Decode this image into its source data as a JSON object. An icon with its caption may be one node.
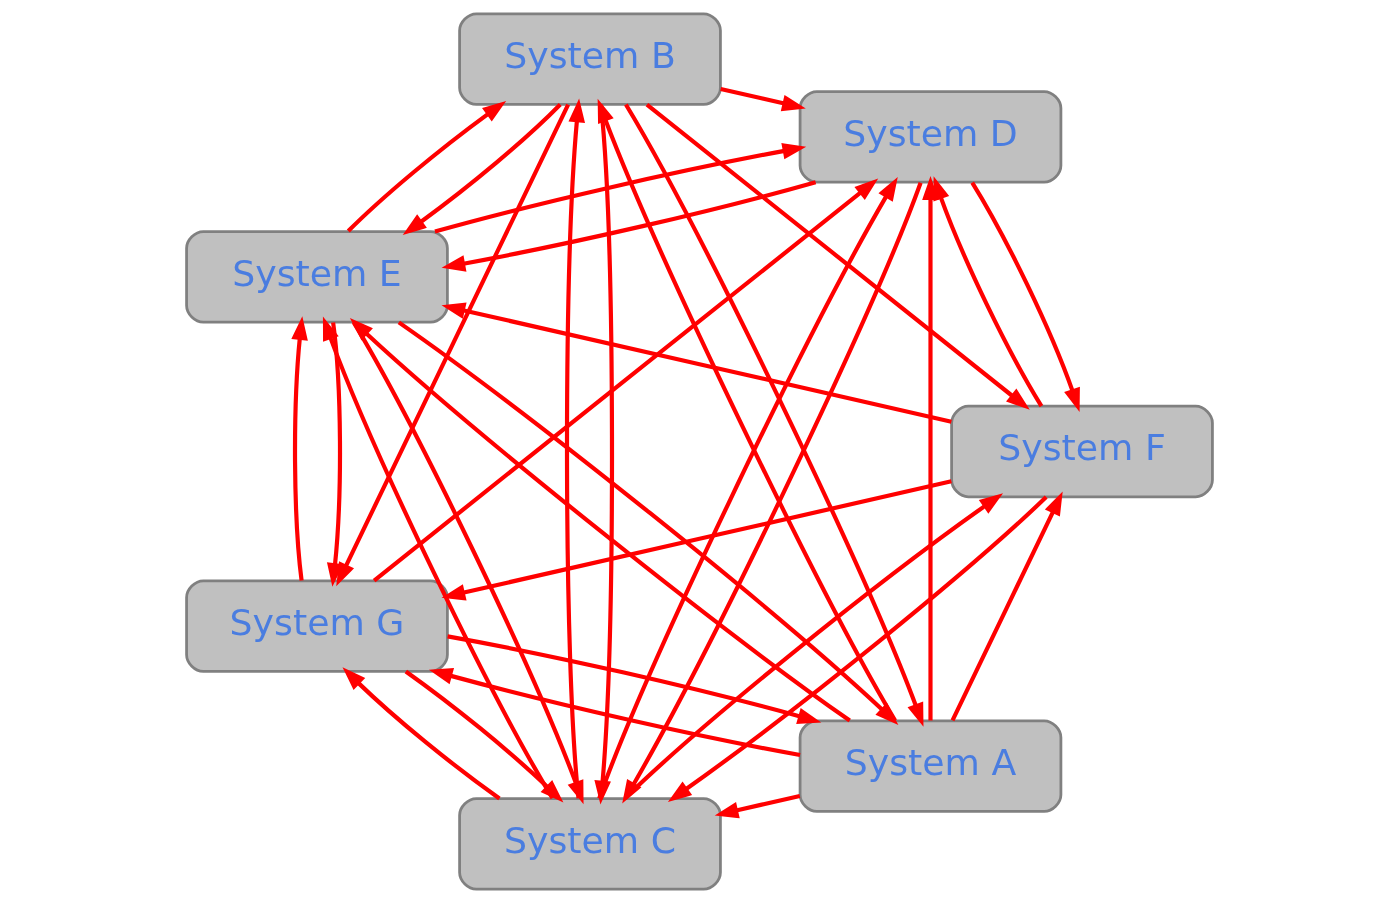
{
  "diagram": {
    "nodes": [
      {
        "text": [
          "System A"
        ]
      },
      {
        "text": [
          "System F"
        ]
      },
      {
        "text": [
          "System G"
        ]
      },
      {
        "text": [
          "System E"
        ]
      },
      {
        "text": [
          "System B"
        ]
      },
      {
        "text": [
          "System D"
        ]
      },
      {
        "text": [
          "System C"
        ]
      }
    ],
    "edges": [
      {
        "from": 0,
        "to": 1,
        "arrow": "to"
      },
      {
        "from": 1,
        "to": 2,
        "arrow": "to"
      },
      {
        "from": 2,
        "to": 0,
        "arrow": "to"
      },
      {
        "from": 0,
        "to": 2,
        "arrow": "to"
      },
      {
        "from": 0,
        "to": 3,
        "arrow": "to"
      },
      {
        "from": 0,
        "to": 4,
        "arrow": "to"
      },
      {
        "from": 4,
        "to": 0,
        "arrow": "to"
      },
      {
        "from": 0,
        "to": 6,
        "arrow": "to"
      },
      {
        "from": 0,
        "to": 5,
        "arrow": "to"
      },
      {
        "from": 3,
        "to": 0,
        "arrow": "to"
      },
      {
        "from": 6,
        "to": 4,
        "arrow": "to"
      },
      {
        "from": 4,
        "to": 2,
        "arrow": "to"
      },
      {
        "from": 4,
        "to": 1,
        "arrow": "to"
      },
      {
        "from": 4,
        "to": 3,
        "arrow": "to"
      },
      {
        "from": 4,
        "to": 5,
        "arrow": "to"
      },
      {
        "from": 4,
        "to": 6,
        "arrow": "to"
      },
      {
        "from": 3,
        "to": 4,
        "arrow": "to"
      },
      {
        "from": 1,
        "to": 3,
        "arrow": "to"
      },
      {
        "from": 1,
        "to": 6,
        "arrow": "to"
      },
      {
        "from": 2,
        "to": 3,
        "arrow": "to"
      },
      {
        "from": 2,
        "to": 5,
        "arrow": "to"
      },
      {
        "from": 2,
        "to": 6,
        "arrow": "to"
      },
      {
        "from": 6,
        "to": 2,
        "arrow": "to"
      },
      {
        "from": 3,
        "to": 2,
        "arrow": "to"
      },
      {
        "from": 1,
        "to": 5,
        "arrow": "to"
      },
      {
        "from": 5,
        "to": 1,
        "arrow": "to"
      },
      {
        "from": 5,
        "to": 3,
        "arrow": "to"
      },
      {
        "from": 6,
        "to": 3,
        "arrow": "to"
      },
      {
        "from": 6,
        "to": 1,
        "arrow": "to"
      },
      {
        "from": 6,
        "to": 5,
        "arrow": "to"
      },
      {
        "from": 3,
        "to": 6,
        "arrow": "to"
      },
      {
        "from": 3,
        "to": 5,
        "arrow": "to"
      },
      {
        "from": 5,
        "to": 6,
        "arrow": "to"
      }
    ]
  }
}
